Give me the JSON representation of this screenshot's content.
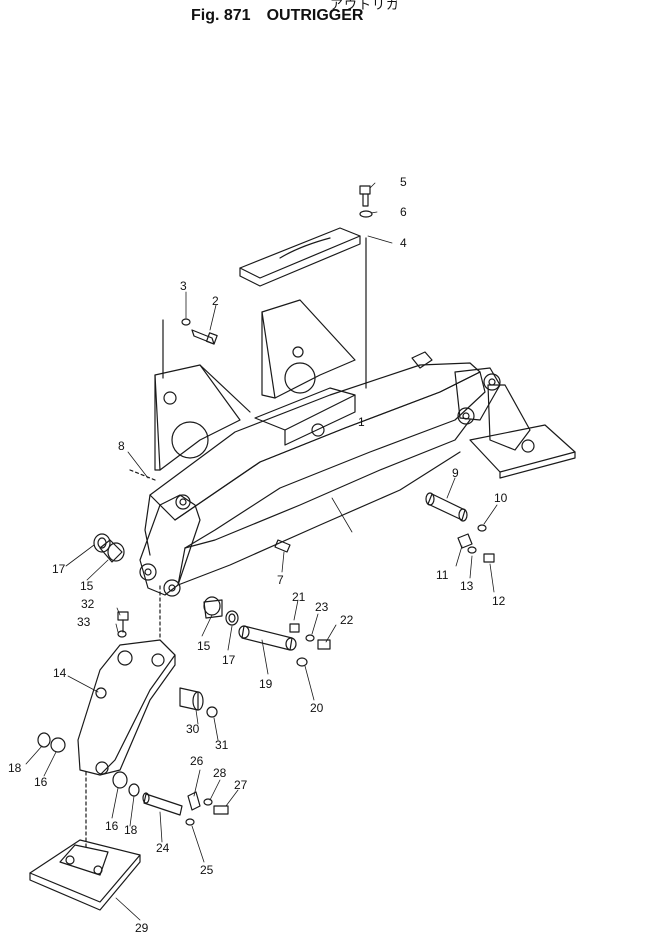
{
  "figure": {
    "kana": "アウトリガ",
    "number": "Fig. 871",
    "name": "OUTRIGGER"
  },
  "parts": {
    "p1": "1",
    "p2": "2",
    "p3": "3",
    "p4": "4",
    "p5": "5",
    "p6": "6",
    "p7": "7",
    "p8": "8",
    "p9": "9",
    "p10": "10",
    "p11": "11",
    "p12": "12",
    "p13": "13",
    "p14": "14",
    "p15a": "15",
    "p15b": "15",
    "p16a": "16",
    "p16b": "16",
    "p17a": "17",
    "p17b": "17",
    "p18a": "18",
    "p18b": "18",
    "p19": "19",
    "p20": "20",
    "p21": "21",
    "p22": "22",
    "p23": "23",
    "p24": "24",
    "p25": "25",
    "p26": "26",
    "p27": "27",
    "p28": "28",
    "p29": "29",
    "p30": "30",
    "p31": "31",
    "p32": "32",
    "p33": "33"
  },
  "colors": {
    "ink": "#1a1a1a",
    "paper": "#ffffff"
  }
}
